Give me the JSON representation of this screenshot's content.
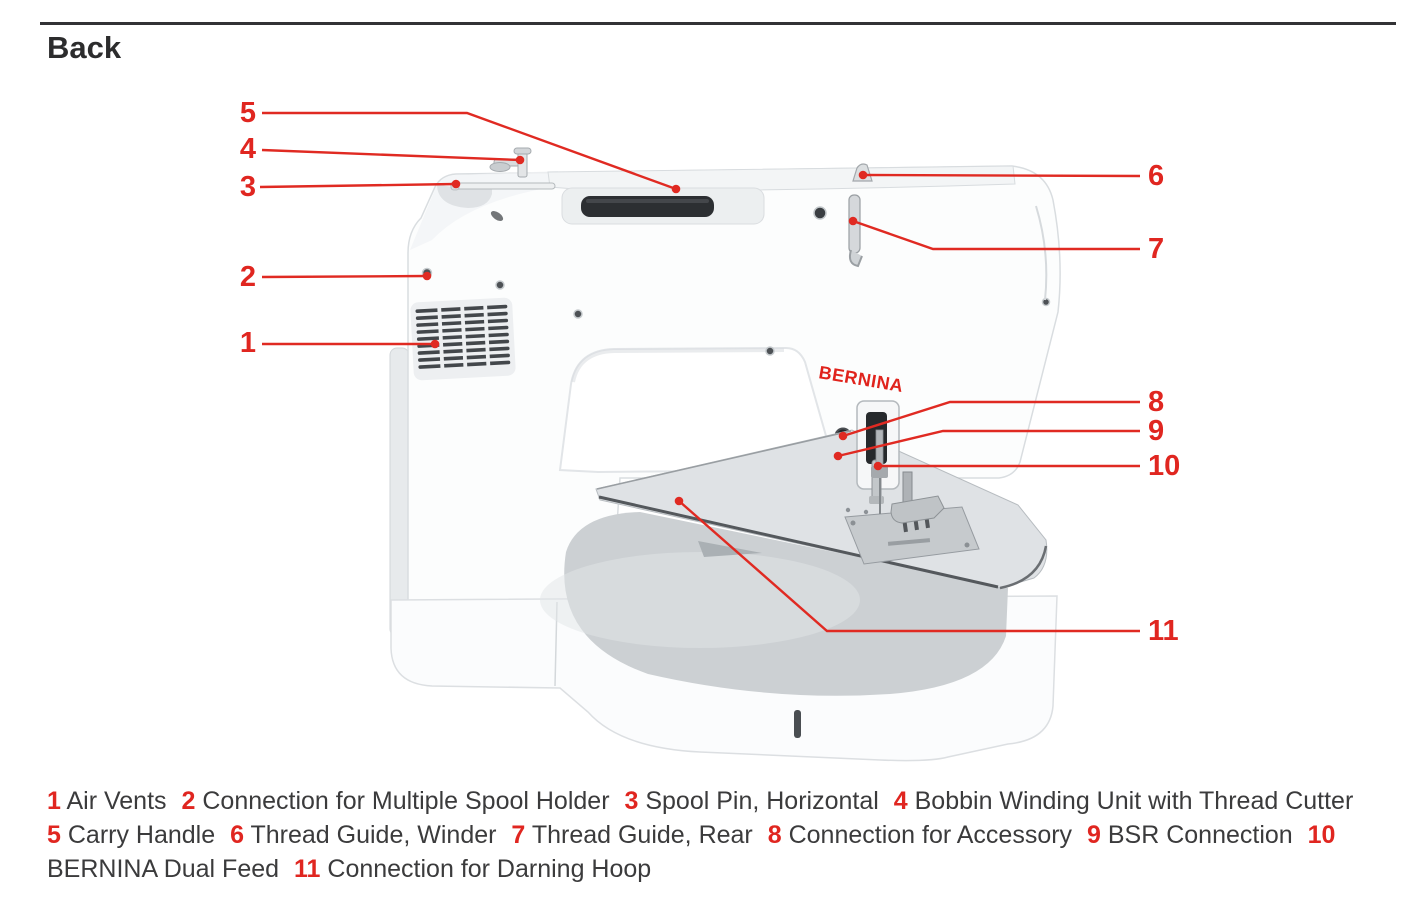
{
  "page": {
    "title": "Back"
  },
  "diagram": {
    "logo_text": "BERNINA",
    "callouts": [
      "1",
      "2",
      "3",
      "4",
      "5",
      "6",
      "7",
      "8",
      "9",
      "10",
      "11"
    ]
  },
  "legend": {
    "items": [
      {
        "num": "1",
        "label": "Air Vents"
      },
      {
        "num": "2",
        "label": "Connection for Multiple Spool Holder"
      },
      {
        "num": "3",
        "label": "Spool Pin, Horizontal"
      },
      {
        "num": "4",
        "label": "Bobbin Winding Unit with Thread Cutter"
      },
      {
        "num": "5",
        "label": "Carry Handle"
      },
      {
        "num": "6",
        "label": "Thread Guide, Winder"
      },
      {
        "num": "7",
        "label": "Thread Guide, Rear"
      },
      {
        "num": "8",
        "label": "Connection for Accessory"
      },
      {
        "num": "9",
        "label": "BSR Connection"
      },
      {
        "num": "10",
        "label": "BERNINA Dual Feed"
      },
      {
        "num": "11",
        "label": "Connection for Darning Hoop"
      }
    ]
  },
  "colors": {
    "accent_red": "#e02620",
    "text_dark": "#3b3b3c",
    "rule_dark": "#323235",
    "machine_white": "#fcfdfd",
    "machine_gray": "#ccd0d3"
  }
}
